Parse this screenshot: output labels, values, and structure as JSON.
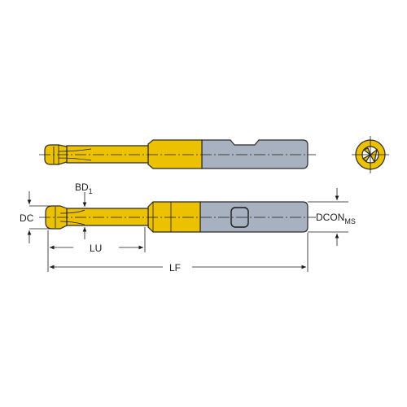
{
  "colors": {
    "insert": "#ecc100",
    "insert_dark": "#b89400",
    "shank": "#a8b1bf",
    "outline": "#2a2a2a"
  },
  "labels": {
    "dc": "DC",
    "bd": "BD",
    "bd_sub": "1",
    "lu": "LU",
    "lf": "LF",
    "dcon": "DCON",
    "dcon_sub": "MS"
  }
}
